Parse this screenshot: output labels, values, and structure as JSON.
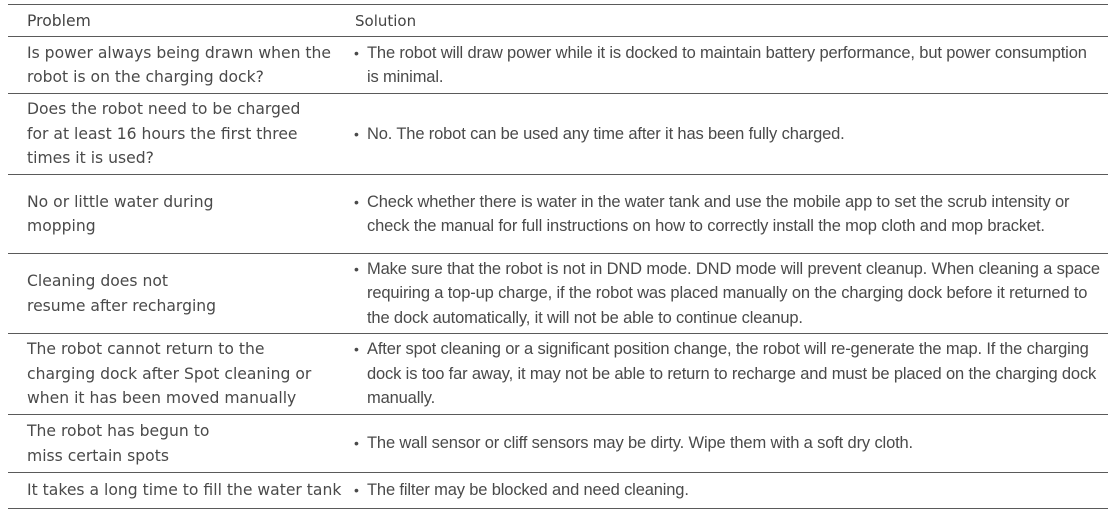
{
  "table": {
    "headers": {
      "problem": "Problem",
      "solution": "Solution"
    },
    "bullet_glyph": "•",
    "rows": [
      {
        "problem": "Is power always being drawn when the robot is on the charging dock?",
        "solution": "The robot will draw power while it is docked to maintain battery performance, but power consumption is minimal.",
        "height": 57
      },
      {
        "problem": "Does the robot need to be charged for at least 16 hours the first three times it is used?",
        "solution": "No. The robot can be used any time after it has been fully charged.",
        "height": 81
      },
      {
        "problem": "No or little water during mopping",
        "solution": "Check whether there is water in the water tank and use the mobile app to set the scrub intensity or check the manual for full instructions on how to correctly install the mop cloth and mop bracket.",
        "height": 79
      },
      {
        "problem": "Cleaning does not resume after recharging",
        "solution": "Make sure that the robot is not in DND mode. DND mode will prevent cleanup. When cleaning a space requiring a top-up charge, if the robot was placed manually on the charging dock before it returned to the dock automatically, it will not be able to continue cleanup.",
        "height": 80
      },
      {
        "problem": "The robot cannot return to the charging dock after Spot cleaning or when it has been moved manually",
        "solution": "After spot cleaning or a significant position change, the robot will re-generate the map. If the charging dock is too far away, it may not be able to return to recharge and must be placed on the charging dock manually.",
        "height": 81
      },
      {
        "problem": "The robot has begun to miss certain spots",
        "solution": "The wall sensor or cliff sensors may be dirty. Wipe them with a soft dry cloth.",
        "height": 58
      },
      {
        "problem": "It takes a long time to fill the water tank",
        "solution": "The filter may be blocked and need cleaning.",
        "height": 36
      }
    ]
  }
}
